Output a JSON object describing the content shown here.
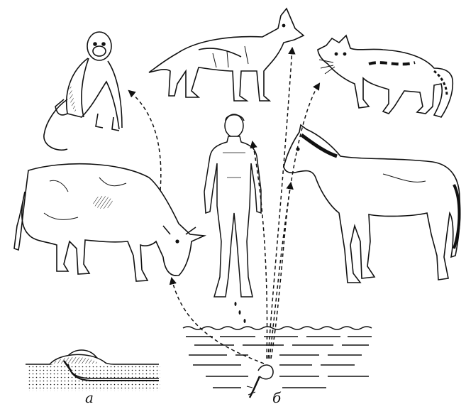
{
  "labels": {
    "panel_a": "а",
    "panel_b": "б"
  },
  "colors": {
    "ink": "#111111",
    "background": "#ffffff"
  },
  "figures": {
    "animals": [
      "monkey",
      "dog",
      "cat",
      "cow",
      "human",
      "horse"
    ],
    "source": "parasite-in-water",
    "inset": "parasite-in-skin-section"
  }
}
